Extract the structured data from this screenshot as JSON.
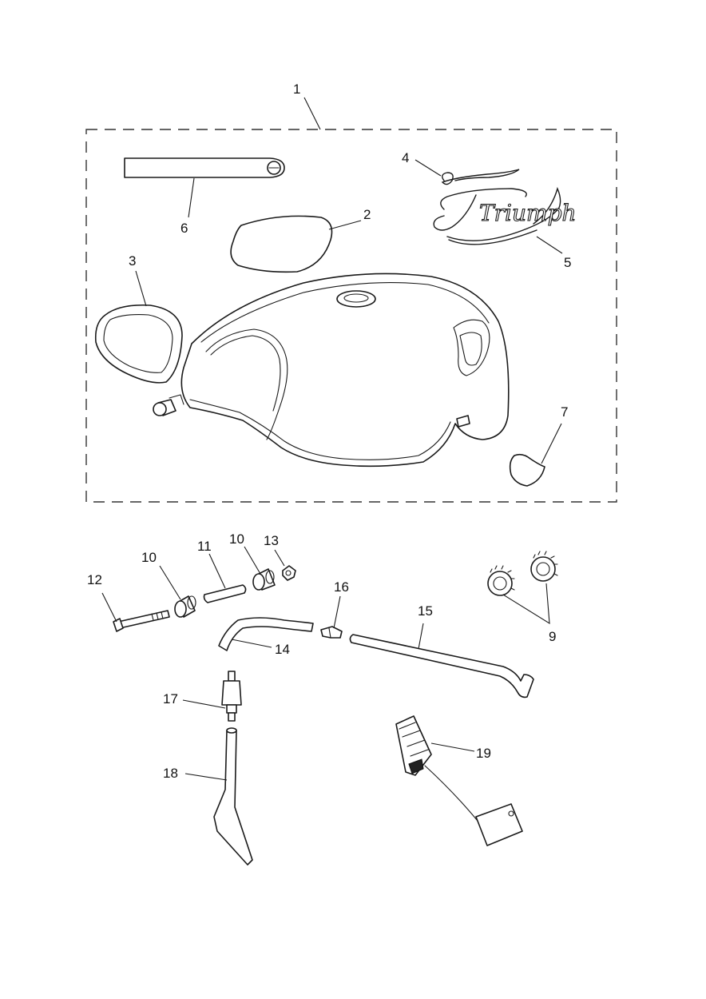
{
  "callouts": {
    "c1": "1",
    "c2": "2",
    "c3": "3",
    "c4": "4",
    "c5": "5",
    "c6": "6",
    "c7": "7",
    "c9": "9",
    "c10a": "10",
    "c10b": "10",
    "c11": "11",
    "c12": "12",
    "c13": "13",
    "c14": "14",
    "c15": "15",
    "c16": "16",
    "c17": "17",
    "c18": "18",
    "c19": "19"
  },
  "logo_text": "Triumph"
}
